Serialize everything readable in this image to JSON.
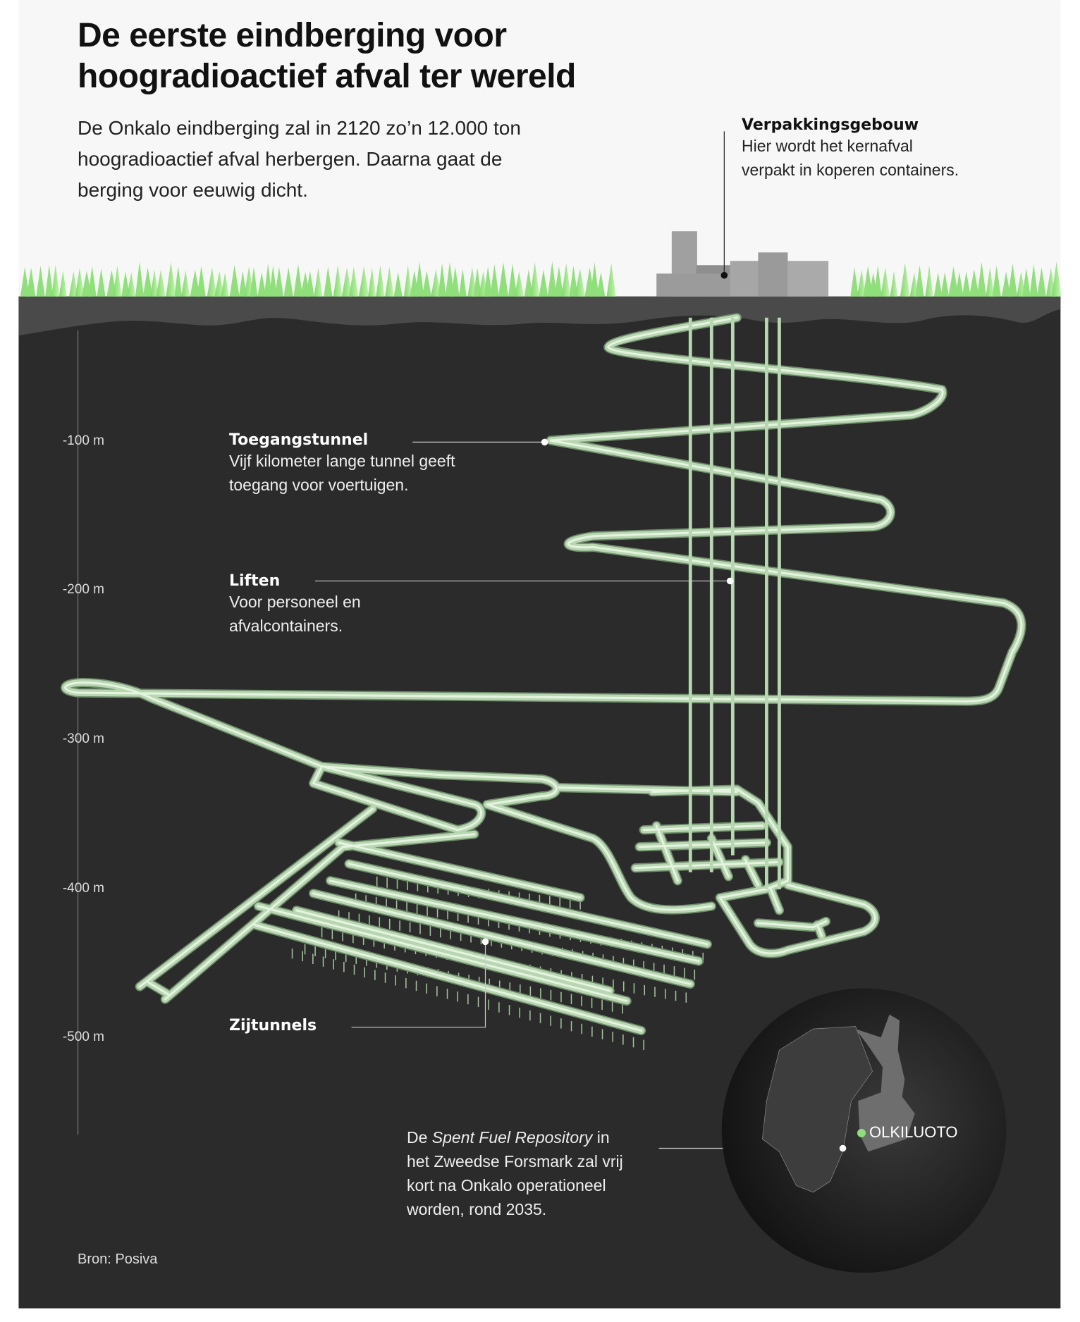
{
  "header": {
    "title_lines": [
      "De eerste eindberging voor",
      "hoogradioactief afval ter wereld"
    ],
    "intro_lines": [
      "De Onkalo eindberging zal in 2120 zo’n 12.000 ton",
      "hoogradioactief afval herbergen. Daarna gaat de",
      "berging voor eeuwig dicht."
    ]
  },
  "annotations": {
    "building": {
      "title": "Verpakkingsgebouw",
      "lines": [
        "Hier wordt het kernafval",
        "verpakt in koperen containers."
      ]
    },
    "access_tunnel": {
      "title": "Toegangstunnel",
      "lines": [
        "Vijf kilometer lange tunnel geeft",
        "toegang voor voertuigen."
      ]
    },
    "elevators": {
      "title": "Liften",
      "lines": [
        "Voor personeel en",
        "afvalcontainers."
      ]
    },
    "side_tunnels": {
      "title": "Zijtunnels"
    },
    "forsmark": {
      "lines_prefix": "De ",
      "italic": "Spent Fuel Repository",
      "line1_suffix": " in",
      "lines": [
        "het Zweedse Forsmark zal vrij",
        "kort na Onkalo operationeel",
        "worden, rond 2035."
      ]
    }
  },
  "depth_axis": [
    "-100 m",
    "-200 m",
    "-300 m",
    "-400 m",
    "-500 m"
  ],
  "map": {
    "location_label": "OLKILUOTO"
  },
  "source": "Bron: Posiva",
  "colors": {
    "sky": "#f7f7f7",
    "ground": "#2b2b2b",
    "topsoil": "#4a4a4a",
    "tunnel": "#b9d6b2",
    "tree": "#8fe07a",
    "marker": "#8fe07a"
  }
}
